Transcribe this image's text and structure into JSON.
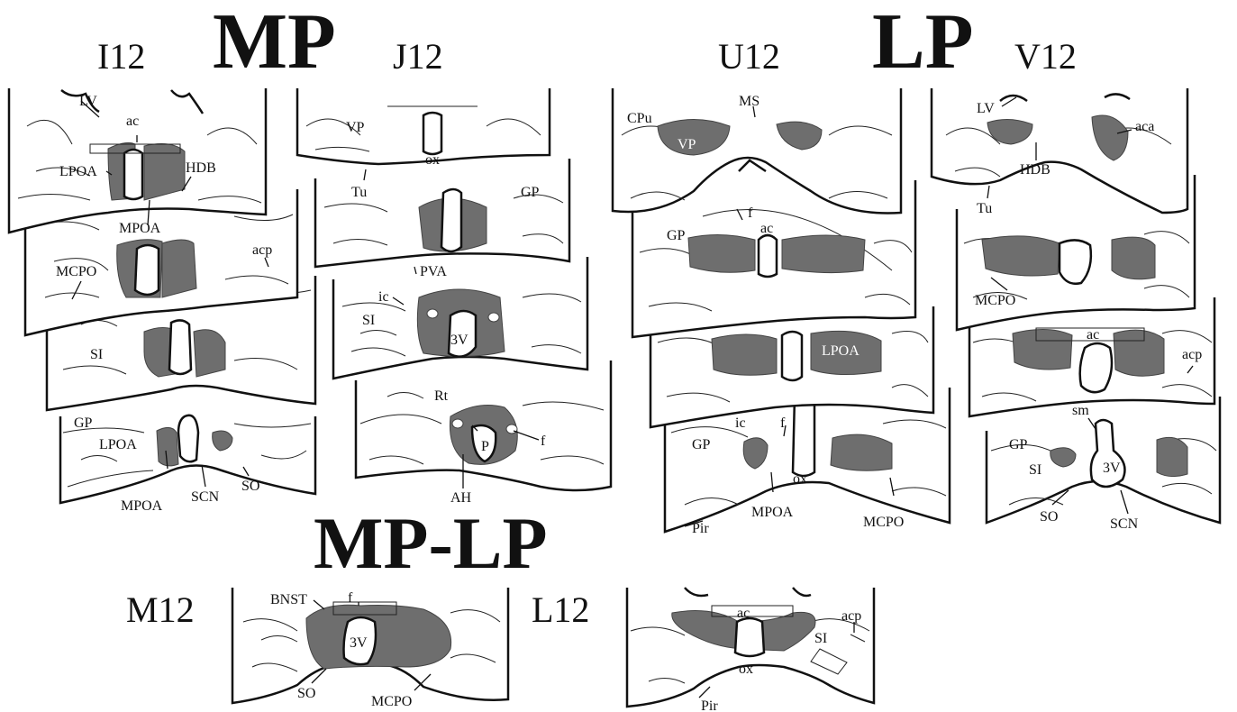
{
  "group_titles": {
    "mp": "MP",
    "lp": "LP",
    "mplp": "MP-LP"
  },
  "case_labels": {
    "i12": "I12",
    "j12": "J12",
    "u12": "U12",
    "v12": "V12",
    "m12": "M12",
    "l12": "L12"
  },
  "structure_labels": {
    "i12": {
      "lv": "LV",
      "ac": "ac",
      "lpoa_top": "LPOA",
      "hdb": "HDB",
      "mpoa_top": "MPOA",
      "acp": "acp",
      "mcpo": "MCPO",
      "si": "SI",
      "gp": "GP",
      "lpoa_bottom": "LPOA",
      "mpoa_bottom": "MPOA",
      "scn": "SCN",
      "so": "SO"
    },
    "j12": {
      "vp": "VP",
      "ox": "ox",
      "tu": "Tu",
      "gp": "GP",
      "pva": "PVA",
      "ic": "ic",
      "si": "SI",
      "v3": "3V",
      "rt": "Rt",
      "p": "P",
      "f": "f",
      "ah": "AH"
    },
    "u12": {
      "cpu": "CPu",
      "ms": "MS",
      "vp": "VP",
      "f_top": "f",
      "gp_top": "GP",
      "ac": "ac",
      "lpoa": "LPOA",
      "ic": "ic",
      "f_bottom": "f",
      "gp_bottom": "GP",
      "ox": "ox",
      "mpoa": "MPOA",
      "mcpo": "MCPO",
      "pir": "Pir"
    },
    "v12": {
      "lv": "LV",
      "aca": "aca",
      "hdb": "HDB",
      "tu": "Tu",
      "mcpo": "MCPO",
      "ac": "ac",
      "acp": "acp",
      "sm": "sm",
      "gp": "GP",
      "si": "SI",
      "v3": "3V",
      "so": "SO",
      "scn": "SCN"
    },
    "m12": {
      "bnst": "BNST",
      "f": "f",
      "v3": "3V",
      "so": "SO",
      "mcpo": "MCPO"
    },
    "l12": {
      "ac": "ac",
      "acp": "acp",
      "si": "SI",
      "ox": "ox",
      "pir": "Pir"
    }
  }
}
